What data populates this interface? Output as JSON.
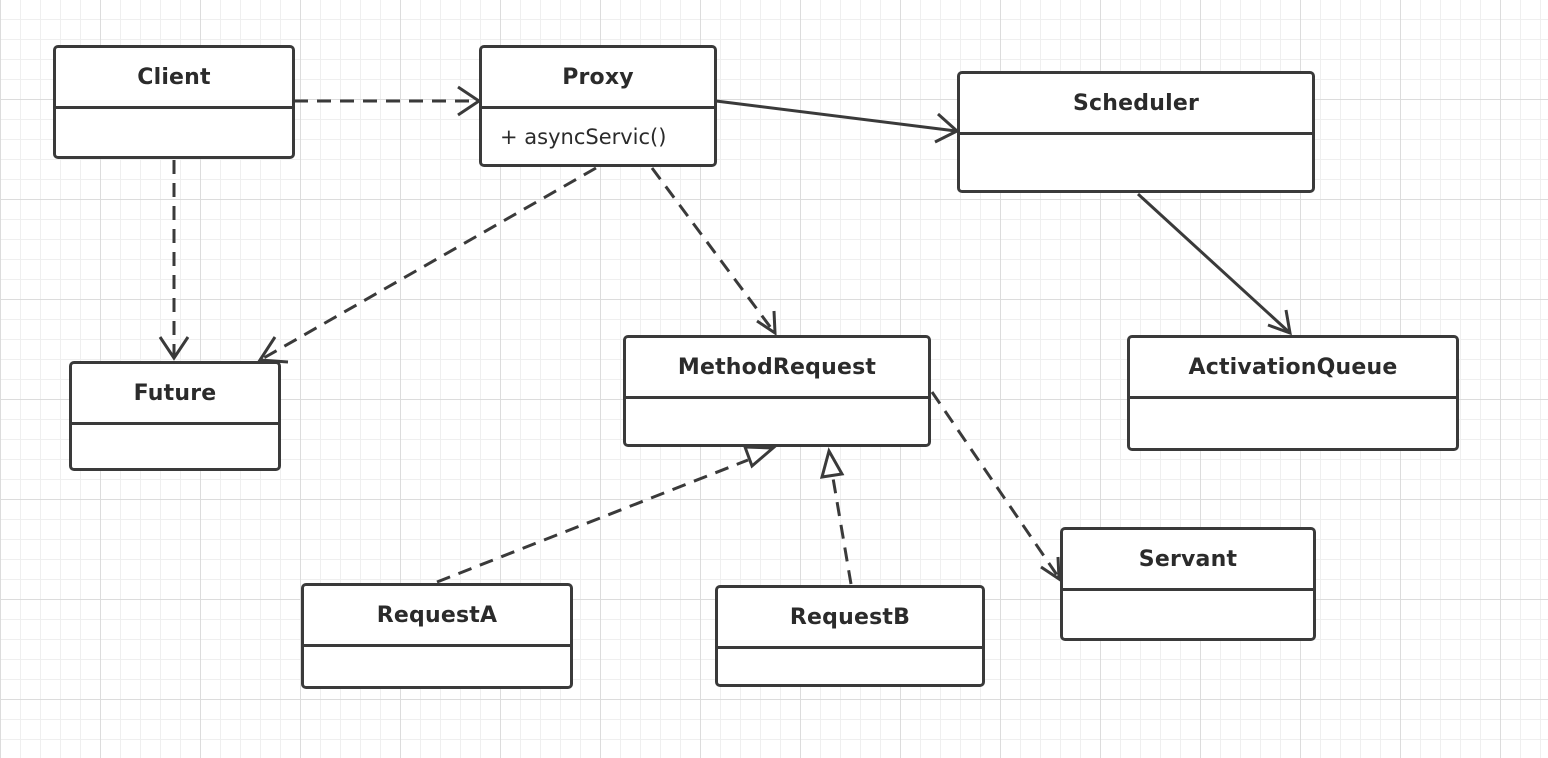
{
  "diagram": {
    "classes": {
      "client": {
        "name": "Client",
        "members": []
      },
      "proxy": {
        "name": "Proxy",
        "members": [
          "+ asyncServic()"
        ]
      },
      "scheduler": {
        "name": "Scheduler",
        "members": []
      },
      "future": {
        "name": "Future",
        "members": []
      },
      "method_request": {
        "name": "MethodRequest",
        "members": []
      },
      "activation_queue": {
        "name": "ActivationQueue",
        "members": []
      },
      "request_a": {
        "name": "RequestA",
        "members": []
      },
      "request_b": {
        "name": "RequestB",
        "members": []
      },
      "servant": {
        "name": "Servant",
        "members": []
      }
    },
    "relations": [
      {
        "from": "Client",
        "to": "Proxy",
        "kind": "dependency"
      },
      {
        "from": "Client",
        "to": "Future",
        "kind": "dependency"
      },
      {
        "from": "Proxy",
        "to": "Scheduler",
        "kind": "association"
      },
      {
        "from": "Proxy",
        "to": "Future",
        "kind": "dependency"
      },
      {
        "from": "Proxy",
        "to": "MethodRequest",
        "kind": "dependency"
      },
      {
        "from": "Scheduler",
        "to": "ActivationQueue",
        "kind": "association"
      },
      {
        "from": "RequestA",
        "to": "MethodRequest",
        "kind": "realization"
      },
      {
        "from": "RequestB",
        "to": "MethodRequest",
        "kind": "realization"
      },
      {
        "from": "MethodRequest",
        "to": "Servant",
        "kind": "dependency"
      }
    ],
    "colors": {
      "line": "#3a3a3a",
      "text": "#2b2b2b",
      "grid_major": "#dcdcdc",
      "grid_minor": "#efefef"
    }
  }
}
